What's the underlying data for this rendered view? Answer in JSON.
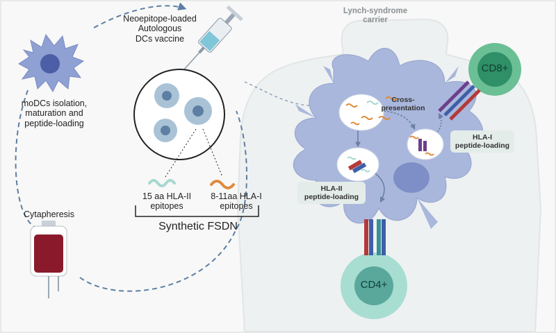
{
  "labels": {
    "moDC_steps": "moDCs isolation,\nmaturation and\npeptide-loading",
    "cytapheresis": "Cytapheresis",
    "vaccine": "Neoepitope-loaded\nAutologous\nDCs vaccine",
    "epitopes_hla2": "15 aa HLA-II\nepitopes",
    "epitopes_hla1": "8-11aa HLA-I\nepitopes",
    "synthetic_fsdn": "Synthetic FSDN",
    "carrier": "Lynch-syndrome\ncarrier",
    "cross_presentation": "Cross-\npresentation",
    "hla1_loading": "HLA-I\npeptide-loading",
    "hla2_loading": "HLA-II\npeptide-loading",
    "cd8": "CD8+",
    "cd4": "CD4+"
  },
  "colors": {
    "dc_body": "#a9b7dc",
    "dc_nucleus": "#5b6fb4",
    "hla2_peptide": "#a8d8d2",
    "hla1_peptide": "#e08a3b",
    "cd8_cell": "#2f8f66",
    "cd4_cell": "#8dd1c4",
    "blood_bag": "#8a1a2b"
  }
}
